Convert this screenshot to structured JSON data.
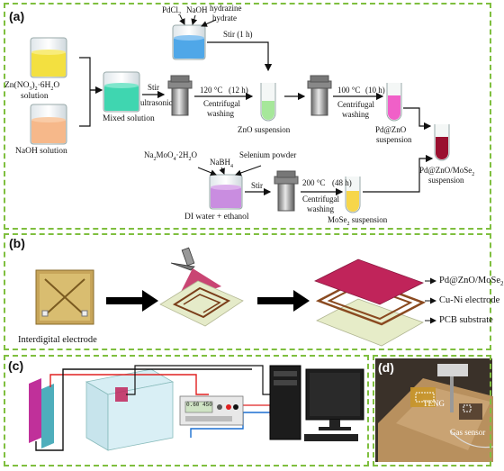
{
  "panel_a": {
    "label": "(a)",
    "zn_line1": "Zn(NO",
    "zn_sub1": "3",
    "zn_mid": ")",
    "zn_sub2": "2",
    "zn_tail": "·6H",
    "zn_sub3": "2",
    "zn_end": "O",
    "zn_line2": "solution",
    "naoh_solution": "NaOH solution",
    "mixed_solution": "Mixed solution",
    "stir": "Stir",
    "ultrasonic": "ultrasonic",
    "cond1_temp": "120 °C",
    "cond1_time": "(12 h)",
    "centrifugal1": "Centrifugal",
    "washing1": "washing",
    "pdcl": "PdCl",
    "pdcl_sub": "2",
    "naoh": "NaOH",
    "hydrazine": "hydrazine",
    "hydrate": "hydrate",
    "stir_1h": "Stir (1 h)",
    "zno_susp": "ZnO suspension",
    "cond2_temp": "100 °C",
    "cond2_time": "(10 h)",
    "centrifugal2": "Centrifugal",
    "washing2": "washing",
    "pdzno": "Pd@ZnO",
    "suspension1": "suspension",
    "final_a": "Pd@ZnO/MoSe",
    "final_sub": "2",
    "suspension2": "suspension",
    "na2moo4_a": "Na",
    "na2moo4_s1": "2",
    "na2moo4_b": "MoO",
    "na2moo4_s2": "4",
    "na2moo4_c": "·2H",
    "na2moo4_s3": "2",
    "na2moo4_d": "O",
    "nabh4_a": "NaBH",
    "nabh4_s": "4",
    "selenium": "Selenium powder",
    "di_water": "DI water + ethanol",
    "stir2": "Stir",
    "cond3_temp": "200 °C",
    "cond3_time": "(48 h)",
    "centrifugal3": "Centrifugal",
    "washing3": "washing",
    "mose2_a": "MoSe",
    "mose2_s": "2",
    "mose2_b": " suspension"
  },
  "panel_b": {
    "label": "(b)",
    "interdigital": "Interdigital electrode",
    "layer1_a": "Pd@ZnO/MoSe",
    "layer1_s": "2",
    "layer2": "Cu-Ni electrode",
    "layer3": "PCB substrate"
  },
  "panel_c": {
    "label": "(c)",
    "meter_reading": "0.60 450"
  },
  "panel_d": {
    "label": "(d)",
    "teng": "TENG",
    "gas_sensor": "Gas sensor"
  },
  "colors": {
    "panel_border": "#7fbf3f",
    "yellow_solution": "#f3e040",
    "orange_solution": "#f6b88a",
    "teal_solution": "#3fd6b0",
    "blue_solution": "#4fa7e8",
    "green_solution": "#a6e79a",
    "pink_solution": "#f060c8",
    "purple_solution": "#c98de0",
    "dark_red_solution": "#9a1030",
    "crimson_film": "#c0245a"
  }
}
